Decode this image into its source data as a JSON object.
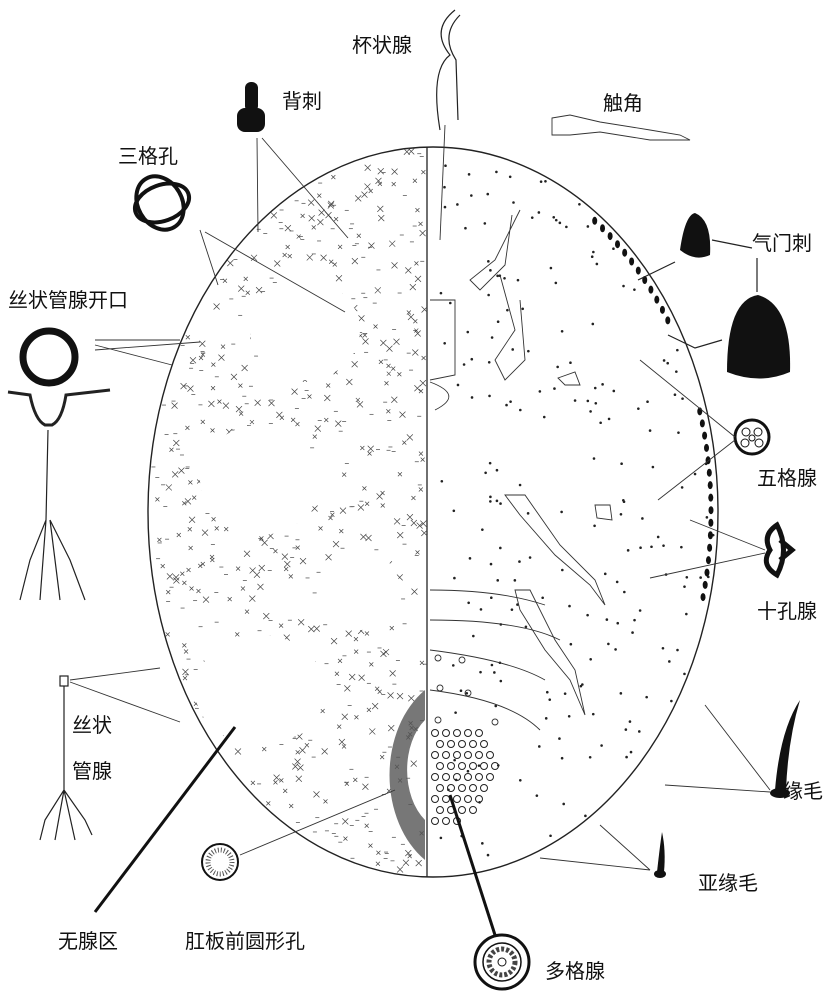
{
  "title": "粉蚧雌成虫形态特征图",
  "labels": {
    "cup_gland": "杯状腺",
    "dorsal_spine": "背刺",
    "antenna": "触角",
    "trilocular_pore": "三格孔",
    "cerarian_spine": "气门刺",
    "tubular_duct_opening": "丝状管腺开口",
    "quinquelocular_pore": "五格腺",
    "ten_locular_pore": "十孔腺",
    "tubular_duct_1": "丝状",
    "tubular_duct_2": "管腺",
    "marginal_seta": "缘毛",
    "submarginal_seta": "亚缘毛",
    "glandless_area": "无腺区",
    "preanal_round_pore": "肛板前圆形孔",
    "multilocular_pore": "多格腺"
  }
}
